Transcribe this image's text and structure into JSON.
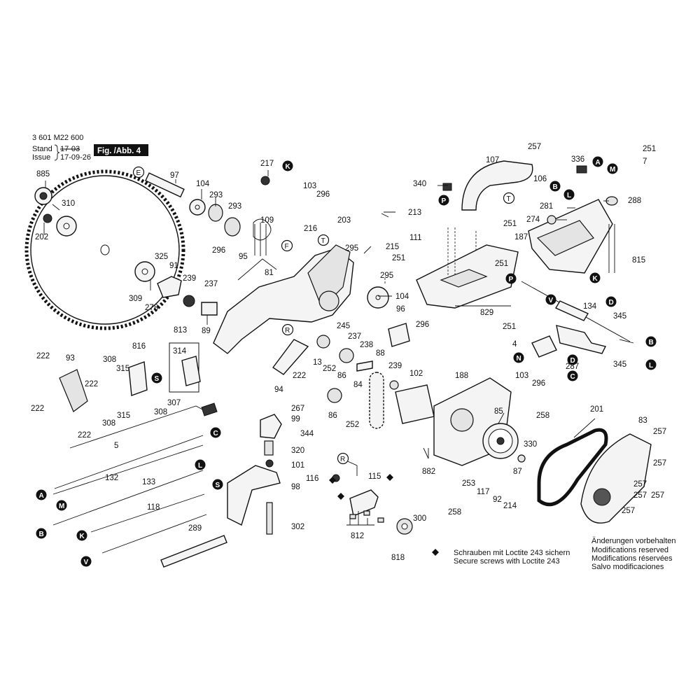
{
  "header": {
    "doc_number": "3 601 M22 600",
    "stand_label": "Stand",
    "issue_label": "Issue",
    "stand_value": "17-03",
    "issue_value": "17-09-26",
    "figure_label": "Fig. /Abb. 4"
  },
  "notes": {
    "loctite_de": "Schrauben mit Loctite 243 sichern",
    "loctite_en": "Secure screws with Loctite 243",
    "mod_de": "Änderungen vorbehalten",
    "mod_en": "Modifications reserved",
    "mod_fr": "Modifications réservées",
    "mod_es": "Salvo modificaciones"
  },
  "parts": {
    "p885": "885",
    "p310": "310",
    "p202": "202",
    "p97": "97",
    "p104a": "104",
    "p293a": "293",
    "p293b": "293",
    "p217": "217",
    "p103a": "103",
    "p296a": "296",
    "p109": "109",
    "p216": "216",
    "p203": "203",
    "p213": "213",
    "p215": "215",
    "p295a": "295",
    "p295b": "295",
    "p296b": "296",
    "p95": "95",
    "p81": "81",
    "p325": "325",
    "p91": "91",
    "p239a": "239",
    "p237a": "237",
    "p309": "309",
    "p278": "278",
    "p89": "89",
    "p104b": "104",
    "p96": "96",
    "p296c": "296",
    "p245": "245",
    "p237b": "237",
    "p238": "238",
    "p88": "88",
    "p13": "13",
    "p252a": "252",
    "p86a": "86",
    "p84": "84",
    "p239b": "239",
    "p102": "102",
    "p86b": "86",
    "p252b": "252",
    "p813": "813",
    "p314": "314",
    "p816": "816",
    "p308a": "308",
    "p315a": "315",
    "p307": "307",
    "p308b": "308",
    "p315b": "315",
    "p308c": "308",
    "p222a": "222",
    "p93": "93",
    "p222b": "222",
    "p222c": "222",
    "p222d": "222",
    "p94": "94",
    "p222e": "222",
    "p267": "267",
    "p99": "99",
    "p344": "344",
    "p320": "320",
    "p101": "101",
    "p98": "98",
    "p302": "302",
    "p5": "5",
    "p132": "132",
    "p133": "133",
    "p118": "118",
    "p289": "289",
    "p257a": "257",
    "p107": "107",
    "p106": "106",
    "p340": "340",
    "p251a": "251",
    "p187": "187",
    "p111": "111",
    "p251b": "251",
    "p251c": "251",
    "p829": "829",
    "p251d": "251",
    "p7": "7",
    "p336": "336",
    "p288": "288",
    "p281": "281",
    "p274": "274",
    "p815": "815",
    "p134": "134",
    "p345a": "345",
    "p345b": "345",
    "p251e": "251",
    "p4": "4",
    "p287": "287",
    "p188": "188",
    "p103b": "103",
    "p296d": "296",
    "p258a": "258",
    "p85": "85",
    "p882": "882",
    "p330": "330",
    "p87": "87",
    "p253": "253",
    "p117": "117",
    "p92": "92",
    "p214": "214",
    "p258b": "258",
    "p201": "201",
    "p83": "83",
    "p257b": "257",
    "p257c": "257",
    "p257d": "257",
    "p257e": "257",
    "p257f": "257",
    "p257g": "257",
    "p116": "116",
    "p115": "115",
    "p812": "812",
    "p300": "300",
    "p818": "818"
  },
  "markers": {
    "mE": "E",
    "mK1": "K",
    "mF": "F",
    "mT1": "T",
    "mR1": "R",
    "mS1": "S",
    "mA1": "A",
    "mM1": "M",
    "mB1": "B",
    "mK2": "K",
    "mC1": "C",
    "mL1": "L",
    "mS2": "S",
    "mV1": "V",
    "mP1": "P",
    "mT2": "T",
    "mP2": "P",
    "mA2": "A",
    "mM2": "M",
    "mB2": "B",
    "mL2": "L",
    "mK3": "K",
    "mD1": "D",
    "mV2": "V",
    "mB3": "B",
    "mL3": "L",
    "mN": "N",
    "mD2": "D",
    "mC2": "C",
    "mR2": "R"
  },
  "icons": {
    "diamond": "diamond-icon",
    "bracket": "brace-icon"
  },
  "colors": {
    "ink": "#111111",
    "paper": "#ffffff",
    "figure_badge": "#111111"
  }
}
